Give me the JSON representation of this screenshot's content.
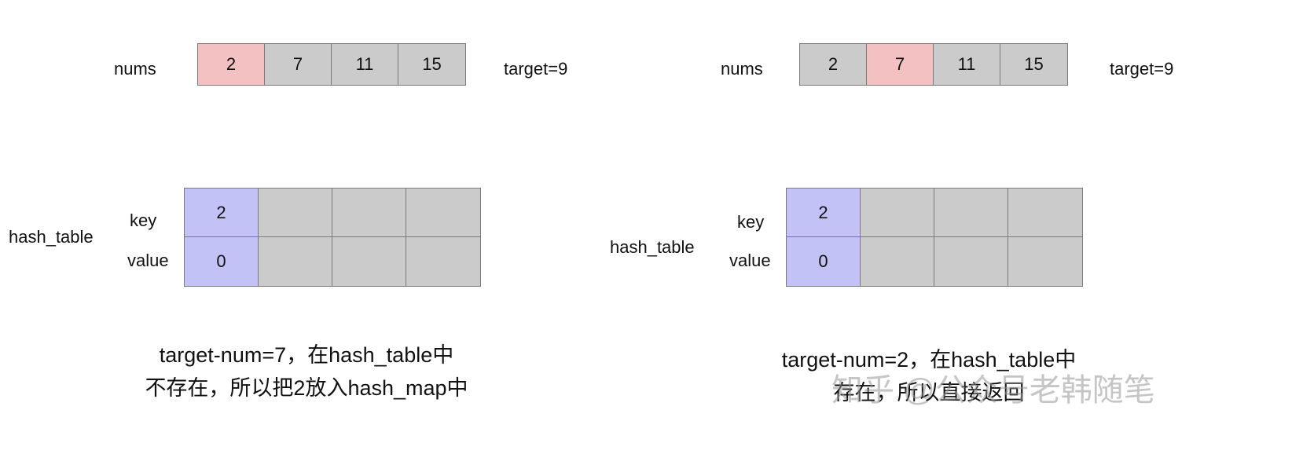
{
  "panels": [
    {
      "nums_label": "nums",
      "nums": [
        {
          "value": "2",
          "highlighted": true
        },
        {
          "value": "7",
          "highlighted": false
        },
        {
          "value": "11",
          "highlighted": false
        },
        {
          "value": "15",
          "highlighted": false
        }
      ],
      "target_label": "target=9",
      "hash_table_label": "hash_table",
      "key_label": "key",
      "value_label": "value",
      "keys": [
        "2",
        "",
        "",
        ""
      ],
      "values": [
        "0",
        "",
        "",
        ""
      ],
      "caption_line1": "target-num=7，在hash_table中",
      "caption_line2": "不存在，所以把2放入hash_map中"
    },
    {
      "nums_label": "nums",
      "nums": [
        {
          "value": "2",
          "highlighted": false
        },
        {
          "value": "7",
          "highlighted": true
        },
        {
          "value": "11",
          "highlighted": false
        },
        {
          "value": "15",
          "highlighted": false
        }
      ],
      "target_label": "target=9",
      "hash_table_label": "hash_table",
      "key_label": "key",
      "value_label": "value",
      "keys": [
        "2",
        "",
        "",
        ""
      ],
      "values": [
        "0",
        "",
        "",
        ""
      ],
      "caption_line1": "target-num=2，在hash_table中",
      "caption_line2": "存在，所以直接返回"
    }
  ],
  "watermark": "知乎 @公众号老韩随笔",
  "colors": {
    "highlight_num": "#f4c1c2",
    "default_cell": "#cbcbcb",
    "filled_hash_cell": "#c2c2f6",
    "border": "#7a7a7a"
  }
}
